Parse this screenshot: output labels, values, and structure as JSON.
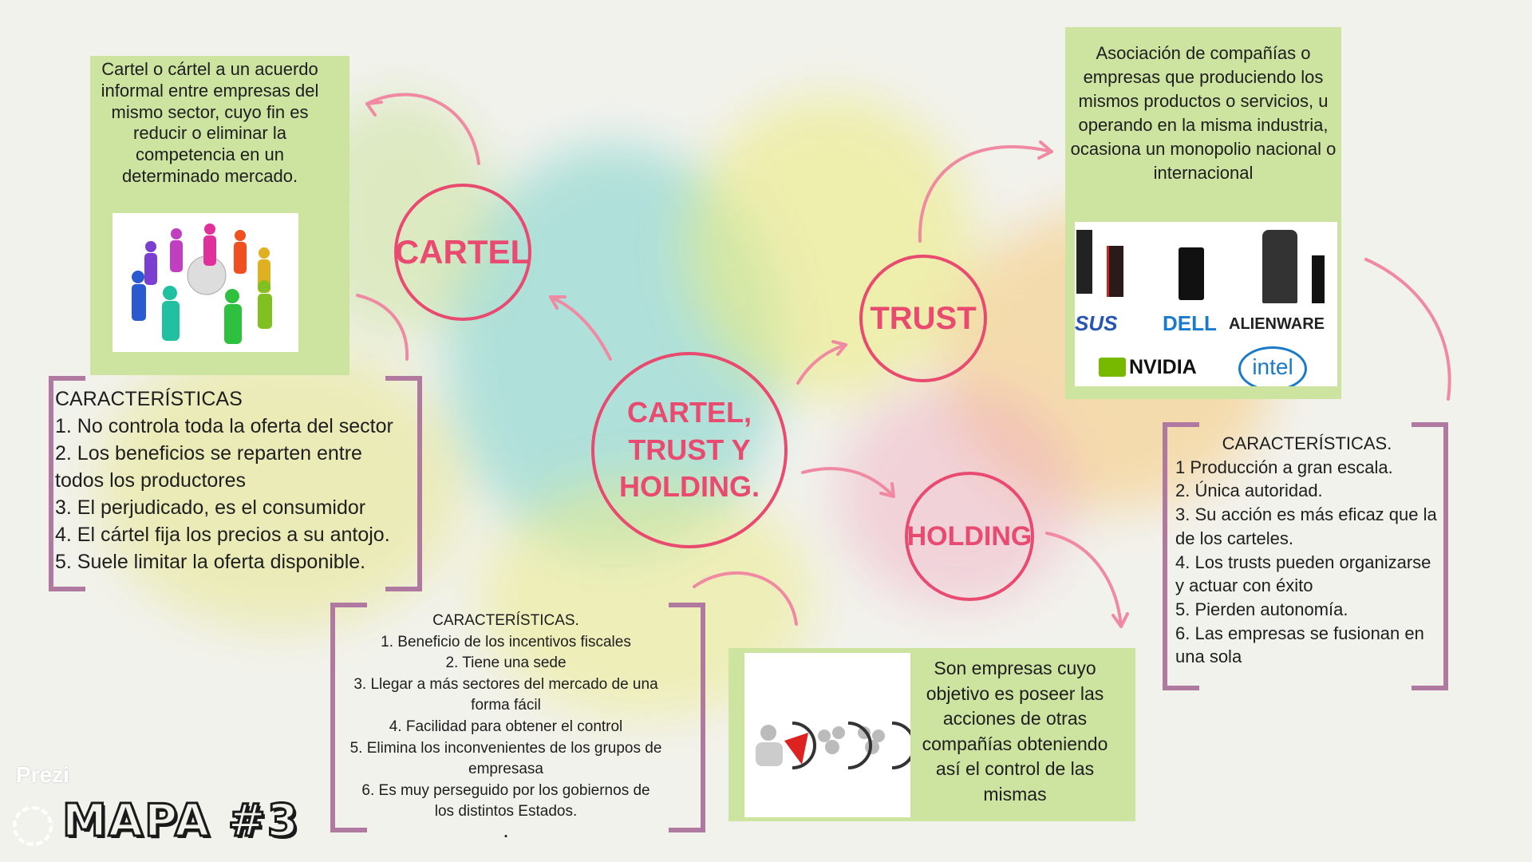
{
  "colors": {
    "accent": "#e84a70",
    "arrow": "#ef8aa2",
    "box": "#cde3a0",
    "bracket": "#b07aa0"
  },
  "center": {
    "title": "CARTEL, TRUST Y HOLDING."
  },
  "cartel": {
    "title": "CARTEL",
    "definition": "Cartel o cártel a un acuerdo informal entre empresas del mismo sector, cuyo fin es reducir o eliminar la competencia en un determinado mercado.",
    "image_icon": "people-circle-icon",
    "characteristics_title": "CARACTERÍSTICAS",
    "characteristics": [
      "1. No controla toda la oferta del sector",
      "2. Los  beneficios  se reparten entre todos los productores",
      "3. El perjudicado, es el consumidor",
      "4. El cártel fija los precios a su antojo.",
      "5. Suele limitar la oferta disponible."
    ]
  },
  "trust": {
    "title": "TRUST",
    "definition": "Asociación de compañías o empresas que produciendo los mismos productos o servicios, u operando en la misma industria, ocasiona un monopolio nacional o internacional",
    "logos": [
      "SUS",
      "DELL",
      "ALIENWARE",
      "NVIDIA",
      "intel"
    ],
    "characteristics_title": "CARACTERÍSTICAS.",
    "characteristics": [
      "1 Producción a gran escala.",
      "2. Única autoridad.",
      "3. Su acción es más eficaz que la de los carteles.",
      "4. Los trusts pueden organizarse y actuar con éxito",
      "5. Pierden autonomía.",
      "6. Las empresas se fusionan en una sola"
    ]
  },
  "holding": {
    "title": "HOLDING",
    "definition": "Son empresas cuyo objetivo es poseer las acciones de otras compañías obteniendo así el control de las mismas",
    "image_icon": "people-groups-icon",
    "characteristics_title": "CARACTERÍSTICAS.",
    "characteristics": [
      "1. Beneficio de los incentivos fiscales",
      "2. Tiene una sede",
      "3. Llegar a más sectores del mercado de una forma fácil",
      "4. Facilidad para  obtener el control",
      "5. Elimina los inconvenientes de los grupos de empresasa",
      "6. Es muy perseguido por los gobiernos de los distintos Estados.",
      "."
    ]
  },
  "footer": {
    "title": "MAPA #3",
    "watermark": "Prezi"
  }
}
